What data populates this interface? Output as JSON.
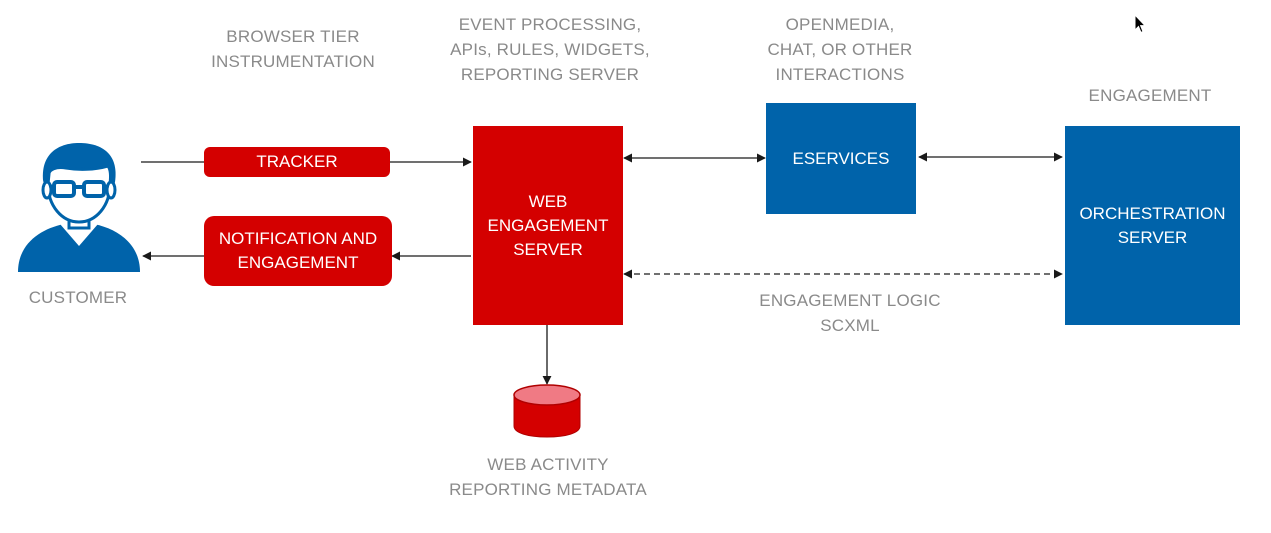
{
  "labels": {
    "browser_tier": [
      "BROWSER TIER",
      "INSTRUMENTATION"
    ],
    "event_processing": [
      "EVENT PROCESSING,",
      "APIs, RULES, WIDGETS,",
      "REPORTING SERVER"
    ],
    "openmedia": [
      "OPENMEDIA,",
      "CHAT, OR OTHER",
      "INTERACTIONS"
    ],
    "engagement": [
      "ENGAGEMENT"
    ],
    "customer": [
      "CUSTOMER"
    ],
    "engagement_logic": [
      "ENGAGEMENT LOGIC",
      "SCXML"
    ],
    "web_activity": [
      "WEB ACTIVITY",
      "REPORTING METADATA"
    ]
  },
  "boxes": {
    "tracker": [
      "TRACKER"
    ],
    "notification": [
      "NOTIFICATION AND",
      "ENGAGEMENT"
    ],
    "web_engagement_server": [
      "WEB",
      "ENGAGEMENT",
      "SERVER"
    ],
    "eservices": [
      "ESERVICES"
    ],
    "orchestration_server": [
      "ORCHESTRATION",
      "SERVER"
    ]
  },
  "colors": {
    "red": "#d40000",
    "blue": "#0063aa",
    "label_gray": "#8a8a8a",
    "database_top": "#f07a84",
    "line": "#1a1a1a"
  },
  "icons": {
    "customer": "user-with-glasses-icon",
    "database": "database-cylinder-icon",
    "cursor": "mouse-pointer-icon"
  }
}
